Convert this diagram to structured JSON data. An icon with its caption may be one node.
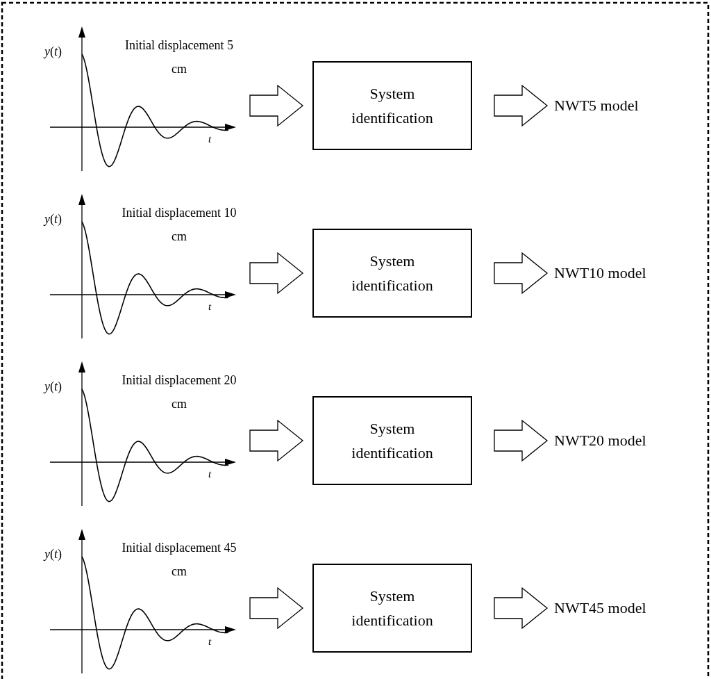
{
  "diagram": {
    "nodes": [
      {
        "text": [
          "*y*(*t*)",
          "Initial displacement 5 cm",
          "t"
        ]
      },
      {
        "text": [
          "System identification"
        ]
      },
      {
        "text": [
          "NWT5 model"
        ]
      },
      {
        "text": [
          "*y*(*t*)",
          "Initial displacement 10 cm",
          "t"
        ]
      },
      {
        "text": [
          "System identification"
        ]
      },
      {
        "text": [
          "NWT10 model"
        ]
      },
      {
        "text": [
          "*y*(*t*)",
          "Initial displacement 20 cm",
          "t"
        ]
      },
      {
        "text": [
          "System identification"
        ]
      },
      {
        "text": [
          "NWT20 model"
        ]
      },
      {
        "text": [
          "*y*(*t*)",
          "Initial displacement 45 cm",
          "t"
        ]
      },
      {
        "text": [
          "System identification"
        ]
      },
      {
        "text": [
          "NWT45 model"
        ]
      }
    ],
    "edges": [
      {
        "from": 0,
        "to": 1,
        "arrow": "to"
      },
      {
        "from": 1,
        "to": 2,
        "arrow": "to"
      },
      {
        "from": 3,
        "to": 4,
        "arrow": "to"
      },
      {
        "from": 4,
        "to": 5,
        "arrow": "to"
      },
      {
        "from": 6,
        "to": 7,
        "arrow": "to"
      },
      {
        "from": 7,
        "to": 8,
        "arrow": "to"
      },
      {
        "from": 9,
        "to": 10,
        "arrow": "to"
      },
      {
        "from": 10,
        "to": 11,
        "arrow": "to"
      }
    ]
  }
}
